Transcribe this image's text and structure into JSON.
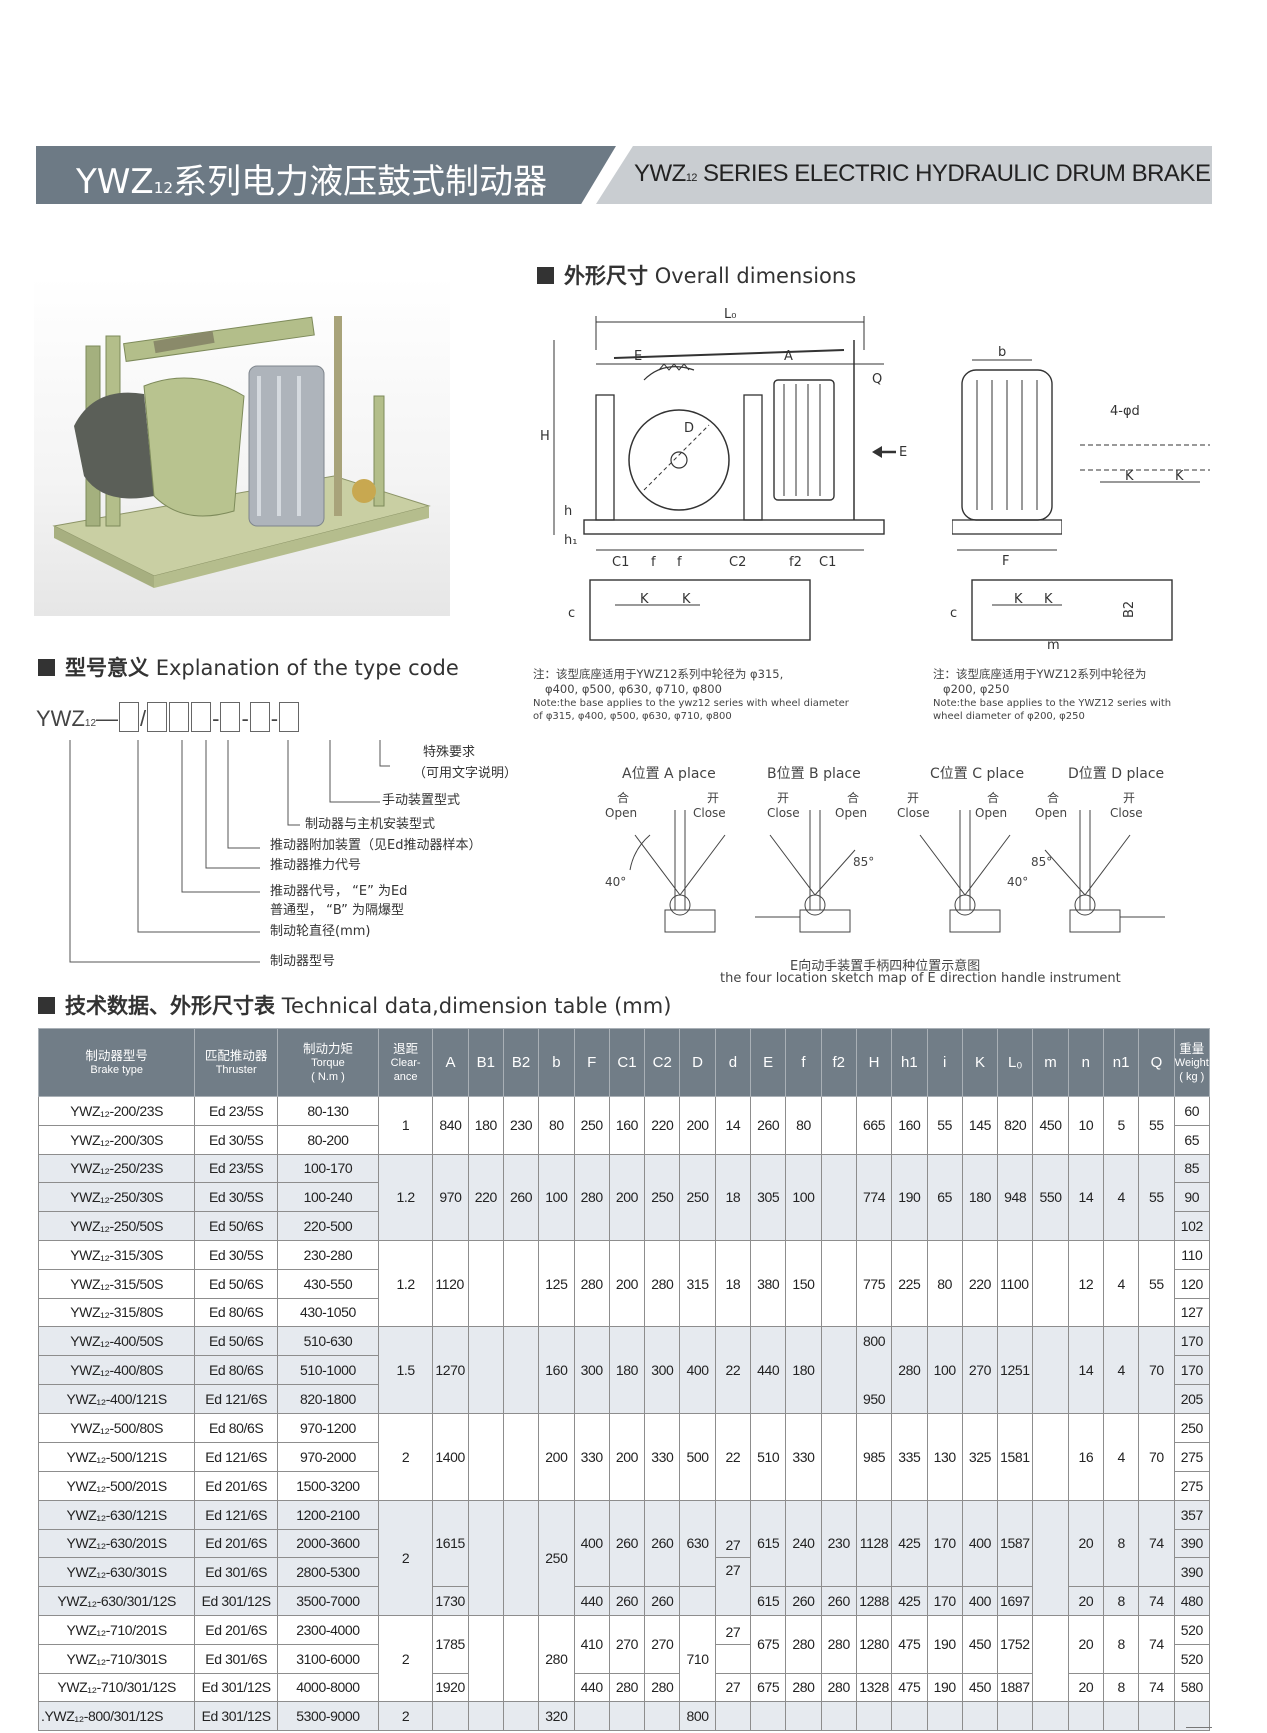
{
  "banner": {
    "title_cn_pre": "YWZ",
    "title_sub": "12",
    "title_cn_post": "系列电力液压鼓式制动器",
    "title_en_pre": "YWZ",
    "title_en_post": " SERIES ELECTRIC HYDRAULIC DRUM BRAKE"
  },
  "sections": {
    "overall_cn": "外形尺寸",
    "overall_en": "Overall dimensions",
    "explain_cn": "型号意义",
    "explain_en": "Explanation of the type code",
    "tech_cn": "技术数据、外形尺寸表",
    "tech_en": "Technical data,dimension table (mm)"
  },
  "notes": {
    "left_cn1": "注：该型底座适用于YWZ12系列中轮径为 φ315,",
    "left_cn2": "φ400, φ500, φ630, φ710, φ800",
    "left_en1": "Note:the base applies to the ywz12 series with wheel diameter",
    "left_en2": "of φ315, φ400, φ500, φ630, φ710, φ800",
    "right_cn1": "注：该型底座适用于YWZ12系列中轮径为",
    "right_cn2": "φ200, φ250",
    "right_en1": "Note:the base applies to the YWZ12 series with",
    "right_en2": "wheel diameter of φ200, φ250"
  },
  "type_code": {
    "prefix": "YWZ",
    "sub": "12",
    "items": [
      "特殊要求",
      "（可用文字说明）",
      "手动装置型式",
      "制动器与主机安装型式",
      "推动器附加装置（见Ed推动器样本）",
      "推动器推力代号",
      "推动器代号， “E” 为Ed",
      "普通型， “B” 为隔爆型",
      "制动轮直径(mm)",
      "制动器型号"
    ]
  },
  "places": {
    "a": "A位置  A place",
    "b": "B位置  B place",
    "c": "C位置  C place",
    "d": "D位置  D place",
    "open_cn": "合",
    "open_en": "Open",
    "close_cn": "开",
    "close_en": "Close",
    "angle40": "40°",
    "angle85": "85°",
    "caption_cn": "E向动手装置手柄四种位置示意图",
    "caption_en": "the four location sketch map of E direction handle instrument"
  },
  "drawing_labels": {
    "L0": "L₀",
    "E": "E",
    "A": "A",
    "H": "H",
    "h": "h",
    "h1": "h₁",
    "D": "D",
    "Q": "Q",
    "C1": "C1",
    "f": "f",
    "C2": "C2",
    "f2": "f2",
    "b": "b",
    "F": "F",
    "K": "K",
    "c": "c",
    "B2": "B2",
    "m": "m",
    "d4": "4-φd",
    "arrowE": "E"
  },
  "table": {
    "headers": [
      {
        "cn": "制动器型号",
        "en": "Brake type"
      },
      {
        "cn": "匹配推动器",
        "en": "Thruster"
      },
      {
        "cn": "制动力矩",
        "en": "Torque",
        "unit": "( N.m )"
      },
      {
        "cn": "退距",
        "en": "Clear-",
        "en2": "ance"
      },
      "A",
      "B1",
      "B2",
      "b",
      "F",
      "C1",
      "C2",
      "D",
      "d",
      "E",
      "f",
      "f2",
      "H",
      "h1",
      "i",
      "K",
      "L₀",
      "m",
      "n",
      "n1",
      "Q",
      {
        "cn": "重量",
        "en": "Weight",
        "unit": "( kg )"
      }
    ],
    "rows": [
      [
        "YWZ₁₂-200/23S",
        "Ed 23/5S",
        "80-130"
      ],
      [
        "YWZ₁₂-200/30S",
        "Ed 30/5S",
        "80-200"
      ],
      [
        "YWZ₁₂-250/23S",
        "Ed 23/5S",
        "100-170"
      ],
      [
        "YWZ₁₂-250/30S",
        "Ed 30/5S",
        "100-240"
      ],
      [
        "YWZ₁₂-250/50S",
        "Ed 50/6S",
        "220-500"
      ],
      [
        "YWZ₁₂-315/30S",
        "Ed 30/5S",
        "230-280"
      ],
      [
        "YWZ₁₂-315/50S",
        "Ed 50/6S",
        "430-550"
      ],
      [
        "YWZ₁₂-315/80S",
        "Ed 80/6S",
        "430-1050"
      ],
      [
        "YWZ₁₂-400/50S",
        "Ed 50/6S",
        "510-630"
      ],
      [
        "YWZ₁₂-400/80S",
        "Ed 80/6S",
        "510-1000"
      ],
      [
        "YWZ₁₂-400/121S",
        "Ed 121/6S",
        "820-1800"
      ],
      [
        "YWZ₁₂-500/80S",
        "Ed 80/6S",
        "970-1200"
      ],
      [
        "YWZ₁₂-500/121S",
        "Ed 121/6S",
        "970-2000"
      ],
      [
        "YWZ₁₂-500/201S",
        "Ed 201/6S",
        "1500-3200"
      ],
      [
        "YWZ₁₂-630/121S",
        "Ed 121/6S",
        "1200-2100"
      ],
      [
        "YWZ₁₂-630/201S",
        "Ed 201/6S",
        "2000-3600"
      ],
      [
        "YWZ₁₂-630/301S",
        "Ed 301/6S",
        "2800-5300"
      ],
      [
        "YWZ₁₂-630/301/12S",
        "Ed 301/12S",
        "3500-7000"
      ],
      [
        "YWZ₁₂-710/201S",
        "Ed 201/6S",
        "2300-4000"
      ],
      [
        "YWZ₁₂-710/301S",
        "Ed 301/6S",
        "3100-6000"
      ],
      [
        "YWZ₁₂-710/301/12S",
        "Ed 301/12S",
        "4000-8000"
      ],
      [
        ".YWZ₁₂-800/301/12S",
        "Ed 301/12S",
        "5300-9000"
      ]
    ],
    "g1": {
      "clear": "1",
      "A": "840",
      "B1": "180",
      "B2": "230",
      "b": "80",
      "F": "250",
      "C1": "160",
      "C2": "220",
      "D": "200",
      "d": "14",
      "E": "260",
      "f": "80",
      "H": "665",
      "h1": "160",
      "i": "55",
      "K": "145",
      "L0": "820",
      "m": "450",
      "n": "10",
      "n1": "5",
      "Q": "55",
      "w": [
        "60",
        "65"
      ]
    },
    "g2": {
      "clear": "1.2",
      "A": "970",
      "B1": "220",
      "B2": "260",
      "b": "100",
      "F": "280",
      "C1": "200",
      "C2": "250",
      "D": "250",
      "d": "18",
      "E": "305",
      "f": "100",
      "H": "774",
      "h1": "190",
      "i": "65",
      "K": "180",
      "L0": "948",
      "m": "550",
      "n": "14",
      "n1": "4",
      "Q": "55",
      "w": [
        "85",
        "90",
        "102"
      ]
    },
    "g3": {
      "clear": "1.2",
      "A": "1120",
      "b": "125",
      "F": "280",
      "C1": "200",
      "C2": "280",
      "D": "315",
      "d": "18",
      "E": "380",
      "f": "150",
      "H": "775",
      "h1": "225",
      "i": "80",
      "K": "220",
      "L0": "1100",
      "n": "12",
      "n1": "4",
      "Q": "55",
      "w": [
        "110",
        "120",
        "127"
      ]
    },
    "g4": {
      "clear": "1.5",
      "A": "1270",
      "b": "160",
      "F": "300",
      "C1": "180",
      "C2": "300",
      "D": "400",
      "d": "22",
      "E": "440",
      "f": "180",
      "H1": "800",
      "H2": "950",
      "h1": "280",
      "i": "100",
      "K": "270",
      "L0": "1251",
      "n": "14",
      "n1": "4",
      "Q": "70",
      "w": [
        "170",
        "170",
        "205"
      ]
    },
    "g5": {
      "clear": "2",
      "A": "1400",
      "b": "200",
      "F": "330",
      "C1": "200",
      "C2": "330",
      "D": "500",
      "d": "22",
      "E": "510",
      "f": "330",
      "H": "985",
      "h1": "335",
      "i": "130",
      "K": "325",
      "L0": "1581",
      "n": "16",
      "n1": "4",
      "Q": "70",
      "w": [
        "250",
        "275",
        "275"
      ]
    },
    "g6": {
      "clear": "2",
      "A": "1615",
      "A2": "1730",
      "b": "250",
      "F": "400",
      "C1": "260",
      "C2": "260",
      "D": "630",
      "d1": "27",
      "d2": "27",
      "E": "615",
      "f": "240",
      "f2": "230",
      "H": "1128",
      "h1": "425",
      "i": "170",
      "K": "400",
      "L0": "1587",
      "n": "20",
      "n1": "8",
      "Q": "74",
      "F2": "440",
      "E2": "615",
      "f_2": "260",
      "f2_2": "260",
      "H_2": "1288",
      "h1_2": "425",
      "i_2": "170",
      "K_2": "400",
      "L0_2": "1697",
      "n_2": "20",
      "n1_2": "8",
      "Q_2": "74",
      "w": [
        "357",
        "390",
        "390",
        "480"
      ]
    },
    "g7": {
      "clear": "2",
      "A": "1785",
      "A2": "1920",
      "b": "280",
      "F": "410",
      "C1": "270",
      "C2": "270",
      "D": "710",
      "d1": "27",
      "d2": "27",
      "E": "675",
      "f": "280",
      "f2": "280",
      "H": "1280",
      "h1": "475",
      "i": "190",
      "K": "450",
      "L0": "1752",
      "n": "20",
      "n1": "8",
      "Q": "74",
      "F2": "440",
      "C1_2": "280",
      "C2_2": "280",
      "E2": "675",
      "f_2": "280",
      "f2_2": "280",
      "H_2": "1328",
      "h1_2": "475",
      "i_2": "190",
      "K_2": "450",
      "L0_2": "1887",
      "n_2": "20",
      "n1_2": "8",
      "Q_2": "74",
      "w": [
        "520",
        "520",
        "580"
      ]
    },
    "g8": {
      "clear": "2",
      "b": "320",
      "D": "800"
    }
  }
}
